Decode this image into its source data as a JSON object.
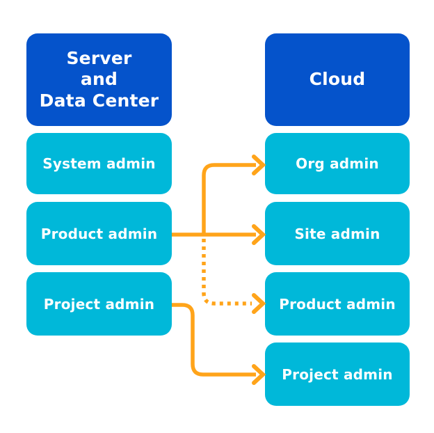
{
  "colors": {
    "header_box": "#0553CB",
    "role_box": "#00B8D9",
    "arrow": "#FFA41A",
    "box_text": "#FFFFFF",
    "background": "#FFFFFF"
  },
  "left_column": {
    "header_lines": [
      "Server",
      "and",
      "Data Center"
    ],
    "items": [
      {
        "label": "System admin"
      },
      {
        "label": "Product admin"
      },
      {
        "label": "Project admin"
      }
    ]
  },
  "right_column": {
    "header_lines": [
      "Cloud"
    ],
    "items": [
      {
        "label": "Org admin"
      },
      {
        "label": "Site admin"
      },
      {
        "label": "Product admin"
      },
      {
        "label": "Project admin"
      }
    ]
  },
  "connections": [
    {
      "from_column": "server_data_center",
      "from": "Product admin",
      "to_column": "cloud",
      "to": "Org admin",
      "line_style": "solid"
    },
    {
      "from_column": "server_data_center",
      "from": "Product admin",
      "to_column": "cloud",
      "to": "Site admin",
      "line_style": "solid"
    },
    {
      "from_column": "server_data_center",
      "from": "Product admin",
      "to_column": "cloud",
      "to": "Product admin",
      "line_style": "dotted"
    },
    {
      "from_column": "server_data_center",
      "from": "Project admin",
      "to_column": "cloud",
      "to": "Project admin",
      "line_style": "solid"
    }
  ]
}
